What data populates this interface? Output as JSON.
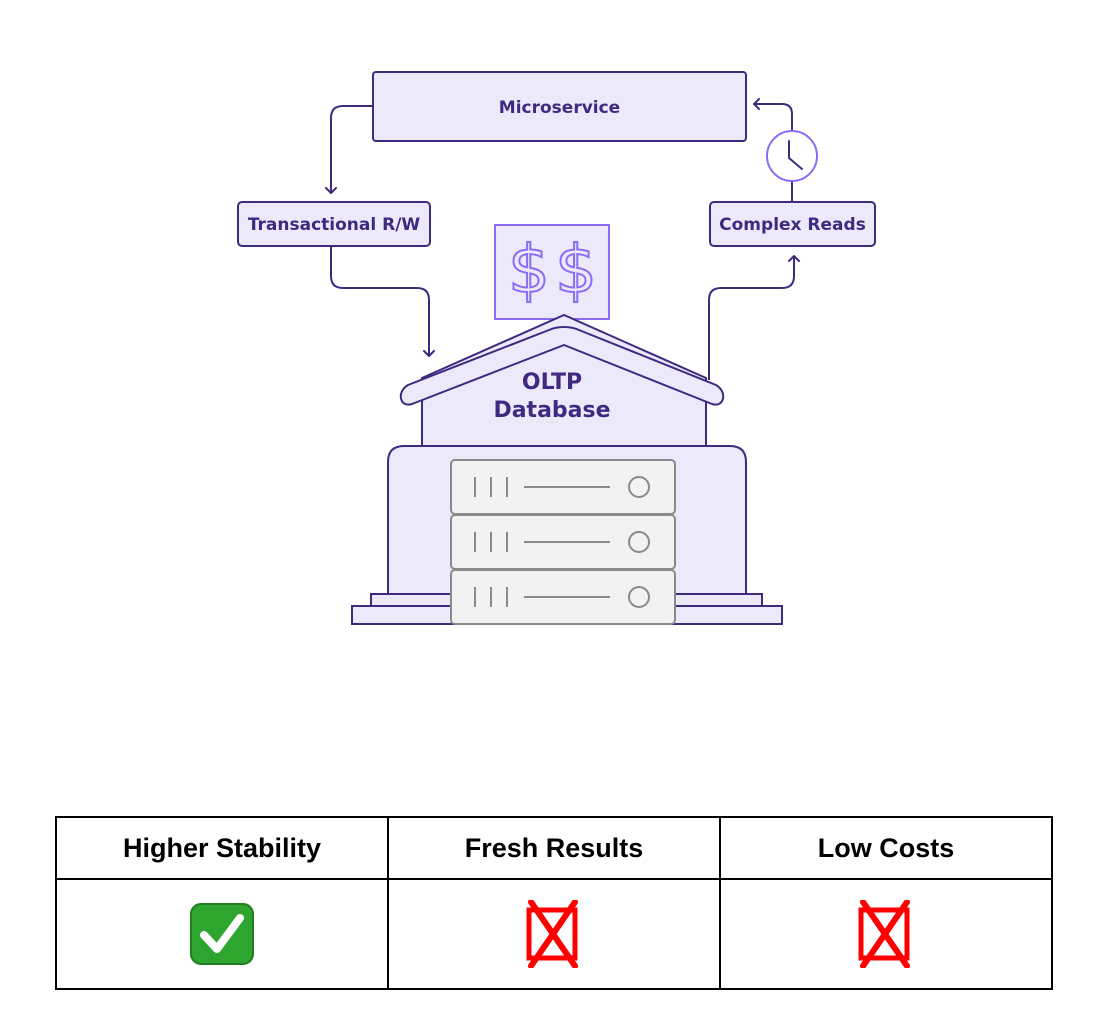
{
  "diagram": {
    "nodes": {
      "microservice": "Microservice",
      "transactional": "Transactional R/W",
      "complex_reads": "Complex Reads",
      "database_line1": "OLTP",
      "database_line2": "Database"
    },
    "colors": {
      "stroke": "#3f2a80",
      "fill": "#ece9fb",
      "accent": "#8b6cf6",
      "server_stroke": "#8a8a8a",
      "server_fill": "#f2f2f2"
    },
    "icons": [
      "dollar-sign-icon",
      "clock-icon",
      "server-rack-icon"
    ]
  },
  "table": {
    "headers": [
      "Higher Stability",
      "Fresh Results",
      "Low Costs"
    ],
    "cells": [
      {
        "icon": "check-mark-icon",
        "color": "#2ea52e"
      },
      {
        "icon": "crossed-box-icon",
        "color": "#ff0000"
      },
      {
        "icon": "crossed-box-icon",
        "color": "#ff0000"
      }
    ]
  }
}
